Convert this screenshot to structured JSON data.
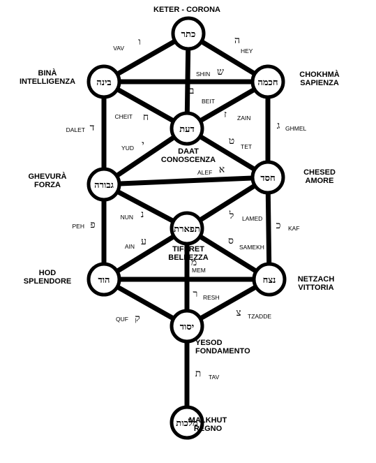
{
  "sephirot": [
    {
      "id": "keter",
      "hebrew": "כתר",
      "label_lines": [
        "KETER - CORONA"
      ]
    },
    {
      "id": "bina",
      "hebrew": "בינה",
      "label_lines": [
        "BINÀ",
        "INTELLIGENZA"
      ]
    },
    {
      "id": "chokhma",
      "hebrew": "חכמה",
      "label_lines": [
        "CHOKHMÀ",
        "SAPIENZA"
      ]
    },
    {
      "id": "daat",
      "hebrew": "דעת",
      "label_lines": [
        "DAAT",
        "CONOSCENZA"
      ]
    },
    {
      "id": "ghevura",
      "hebrew": "גבורה",
      "label_lines": [
        "GHEVURÀ",
        "FORZA"
      ]
    },
    {
      "id": "chesed",
      "hebrew": "חסד",
      "label_lines": [
        "CHESED",
        "AMORE"
      ]
    },
    {
      "id": "tiferet",
      "hebrew": "תפארת",
      "label_lines": [
        "TIFERET",
        "BELLEZZA"
      ]
    },
    {
      "id": "hod",
      "hebrew": "הוד",
      "label_lines": [
        "HOD",
        "SPLENDORE"
      ]
    },
    {
      "id": "netzach",
      "hebrew": "נצח",
      "label_lines": [
        "NETZACH",
        "VITTORIA"
      ]
    },
    {
      "id": "yesod",
      "hebrew": "יסוד",
      "label_lines": [
        "YESOD",
        "FONDAMENTO"
      ]
    },
    {
      "id": "malkhut",
      "hebrew": "מלכות",
      "label_lines": [
        "MALKHUT",
        "REGNO"
      ]
    }
  ],
  "paths": [
    {
      "id": "keter-bina",
      "name": "VAV",
      "letter": "ו"
    },
    {
      "id": "keter-chokhma",
      "name": "HEY",
      "letter": "ה"
    },
    {
      "id": "keter-daat",
      "name": "BEIT",
      "letter": "ב"
    },
    {
      "id": "bina-chokhma",
      "name": "SHIN",
      "letter": "ש"
    },
    {
      "id": "bina-daat",
      "name": "CHEIT",
      "letter": "ח"
    },
    {
      "id": "chokhma-daat",
      "name": "ZAIN",
      "letter": "ז"
    },
    {
      "id": "bina-ghevura",
      "name": "DALET",
      "letter": "ד"
    },
    {
      "id": "chokhma-chesed",
      "name": "GHMEL",
      "letter": "ג"
    },
    {
      "id": "daat-ghevura",
      "name": "YUD",
      "letter": "י"
    },
    {
      "id": "daat-chesed",
      "name": "TET",
      "letter": "ט"
    },
    {
      "id": "ghevura-chesed",
      "name": "ALEF",
      "letter": "א"
    },
    {
      "id": "ghevura-tiferet",
      "name": "NUN",
      "letter": "נ"
    },
    {
      "id": "chesed-tiferet",
      "name": "LAMED",
      "letter": "ל"
    },
    {
      "id": "ghevura-hod",
      "name": "PEH",
      "letter": "פ"
    },
    {
      "id": "chesed-netzach",
      "name": "KAF",
      "letter": "כ"
    },
    {
      "id": "tiferet-hod",
      "name": "AIN",
      "letter": "ע"
    },
    {
      "id": "tiferet-netzach",
      "name": "SAMEKH",
      "letter": "ס"
    },
    {
      "id": "hod-netzach",
      "name": "MEM",
      "letter": "מ"
    },
    {
      "id": "tiferet-yesod",
      "name": "RESH",
      "letter": "ר"
    },
    {
      "id": "hod-yesod",
      "name": "QUF",
      "letter": "ק"
    },
    {
      "id": "netzach-yesod",
      "name": "TZADDE",
      "letter": "צ"
    },
    {
      "id": "yesod-malkhut",
      "name": "TAV",
      "letter": "ת"
    }
  ]
}
